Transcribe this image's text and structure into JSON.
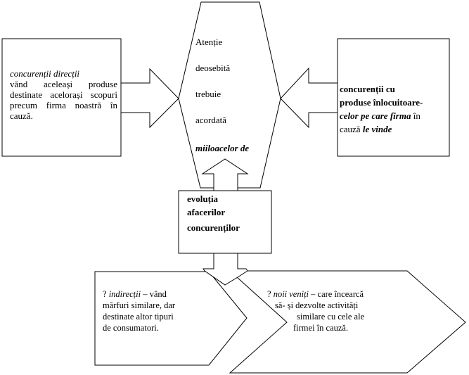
{
  "colors": {
    "stroke": "#000000",
    "background": "#ffffff",
    "text": "#000000"
  },
  "left_box": {
    "label_italic": "concurenții direcții",
    "body": "vănd aceleași produse destinate acelorași scopuri precum firma noastră în cauză."
  },
  "right_box": {
    "line1": "concurenții cu",
    "line2": "produse înlocuitoare-",
    "line3_bold_italic": "celor pe care firma",
    "line3_rest": " în",
    "line4_plain": "cauză ",
    "line4_bold_italic": "le vinde"
  },
  "center_hexagon": {
    "lines": [
      "Atenție",
      "deosebită",
      "trebuie",
      "acordată"
    ],
    "last_line_bold_italic": "miiloacelor de"
  },
  "center_box": {
    "lines": [
      "evoluția",
      "afacerilor",
      "concurenților"
    ]
  },
  "bottom_left_chevron": {
    "bullet": "? ",
    "label_italic": "indirecții",
    "rest_line1": " – vând",
    "lines": [
      "mărfuri similare, dar",
      "destinate altor tipuri",
      "de consumatori."
    ]
  },
  "bottom_right_chevron": {
    "bullet": "? ",
    "label_italic": "noii veniți",
    "rest_line1": " – care încearcă",
    "lines": [
      "să- și dezvolte activități",
      "similare cu cele ale",
      "firmei în cauză."
    ]
  }
}
